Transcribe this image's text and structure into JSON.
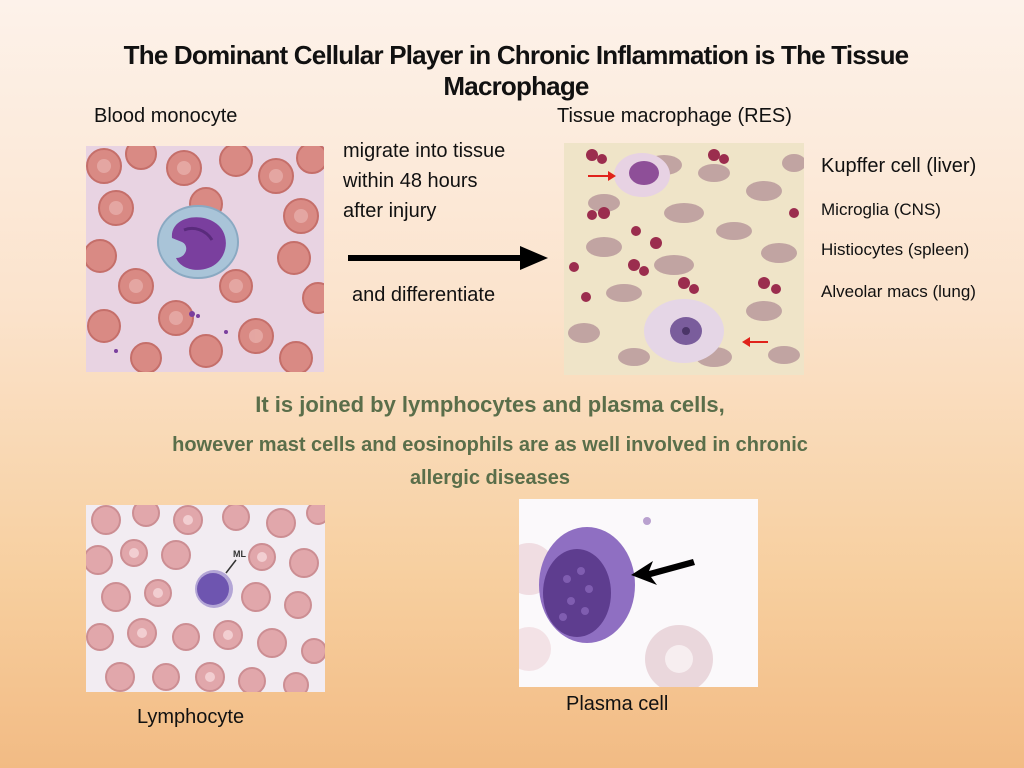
{
  "title": "The Dominant Cellular Player in Chronic Inflammation is The Tissue Macrophage",
  "labels": {
    "blood_monocyte": "Blood monocyte",
    "tissue_macrophage": "Tissue macrophage (RES)",
    "migrate_line1": "migrate into tissue",
    "migrate_line2": "within 48 hours",
    "migrate_line3": "after injury",
    "differentiate": "and differentiate",
    "lymphocyte": "Lymphocyte",
    "plasma_cell": "Plasma cell"
  },
  "macrophage_types": [
    "Kupffer cell (liver)",
    "Microglia (CNS)",
    "Histiocytes (spleen)",
    "Alveolar macs (lung)"
  ],
  "subtitle": {
    "line1": "It is joined by lymphocytes and plasma cells,",
    "line2a": "however mast cells and eosinophils are as well involved  in chronic",
    "line2b": "allergic diseases"
  },
  "micrograph_text": {
    "ml_marker": "ML"
  },
  "colors": {
    "green_text": "#5a6e4a",
    "arrow": "#000000",
    "red_arrow": "#e0231b",
    "rbc": "#d9847e",
    "nucleus": "#7a3f9e"
  }
}
